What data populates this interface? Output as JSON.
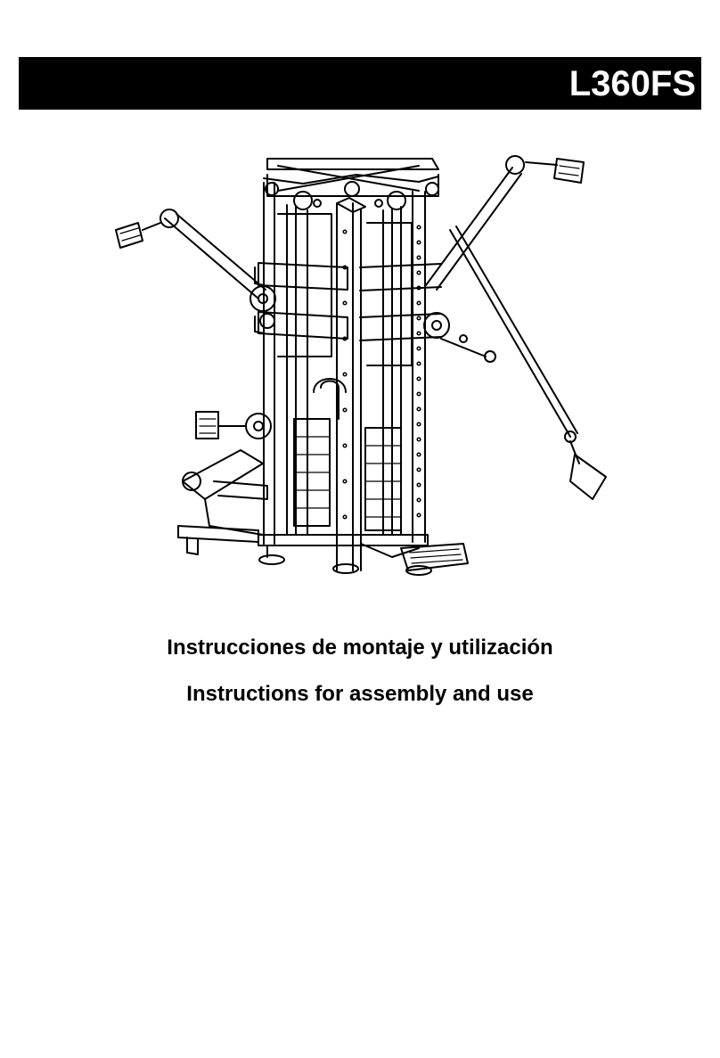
{
  "header": {
    "model": "L360FS"
  },
  "cover": {
    "image_icon": "multi-station-cable-gym-illustration",
    "title_es": "Instrucciones de montaje y utilización",
    "title_en": "Instructions for assembly and use"
  },
  "colors": {
    "bar": "#000000",
    "bar_text": "#ffffff",
    "text": "#000000",
    "background": "#ffffff"
  }
}
